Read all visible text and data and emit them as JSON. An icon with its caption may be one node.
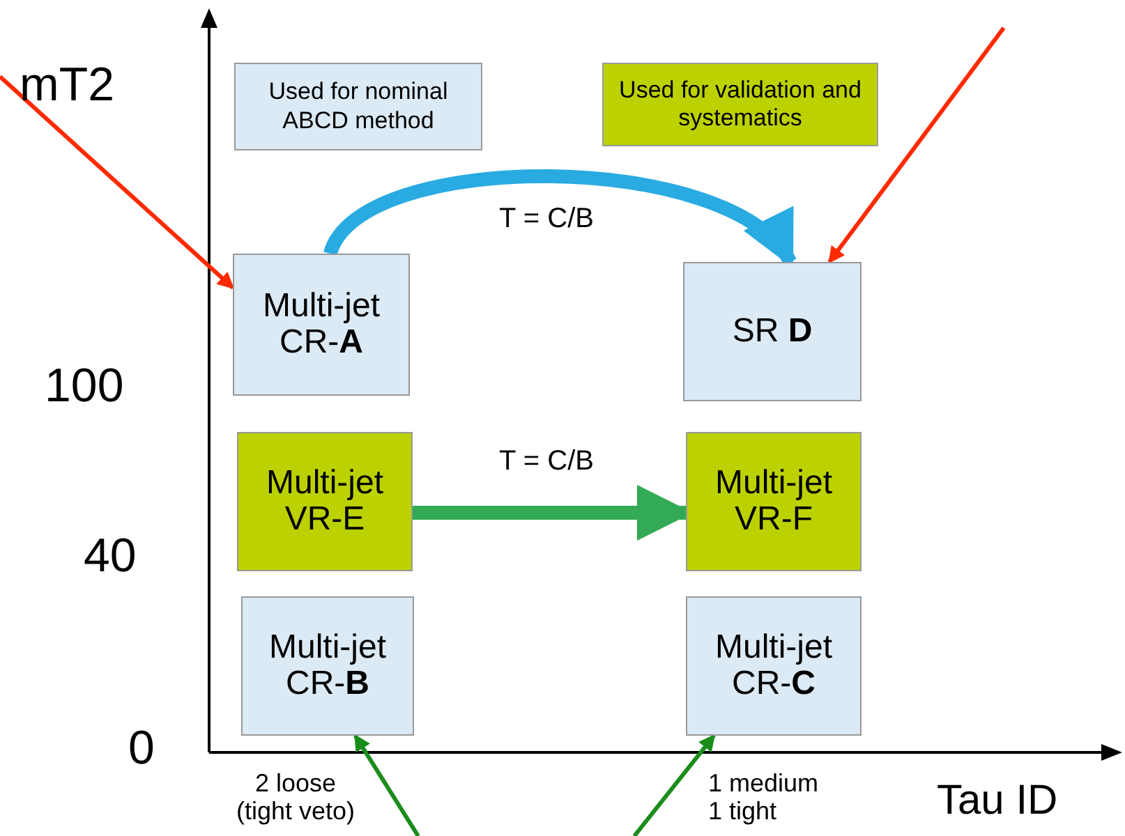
{
  "diagram": {
    "nodes": [
      {
        "text": [
          "Multi-jet CR-**A**"
        ]
      },
      {
        "text": [
          "SR **D**"
        ]
      },
      {
        "text": [
          "Multi-jet VR-E"
        ]
      },
      {
        "text": [
          "Multi-jet VR-F"
        ]
      },
      {
        "text": [
          "Multi-jet CR-**B**"
        ]
      },
      {
        "text": [
          "Multi-jet CR-**C**"
        ]
      }
    ],
    "edges": [
      {
        "from": 0,
        "to": 1,
        "arrow": "to",
        "label": "T = C/B",
        "style": "thick",
        "color": "#29abe2"
      },
      {
        "from": 2,
        "to": 3,
        "arrow": "to",
        "label": "T = C/B",
        "style": "thick",
        "color": "#33aa55"
      },
      {
        "from": null,
        "to": 0,
        "arrow": "to",
        "color": "#ff2a00"
      },
      {
        "from": null,
        "to": 1,
        "arrow": "to",
        "color": "#ff2a00"
      },
      {
        "from": null,
        "to": 4,
        "arrow": "to",
        "color": "#1a8c1a"
      },
      {
        "from": null,
        "to": 5,
        "arrow": "to",
        "color": "#1a8c1a"
      }
    ],
    "labels": [
      "mT2",
      "100",
      "40",
      "0",
      "2 loose (tight veto)",
      "1 medium 1 tight",
      "Tau ID"
    ],
    "legend": [
      {
        "text": "Used for nominal ABCD method",
        "color": "#dbeaf5"
      },
      {
        "text": "Used for validation and systematics",
        "color": "#bcd200"
      }
    ]
  }
}
